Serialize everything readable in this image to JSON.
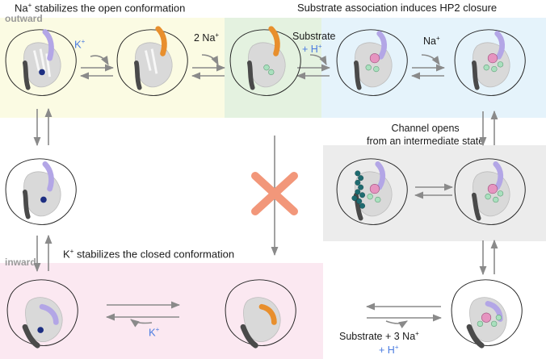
{
  "headings": {
    "top_left": "Na⁺ stabilizes the open conformation",
    "top_right": "Substrate association induces HP2 closure",
    "channel": "Channel opens\nfrom an intermediate state",
    "bottom": "K⁺ stabilizes the closed conformation"
  },
  "tags": {
    "outward": "outward",
    "inward": "inward"
  },
  "arrow_labels": {
    "k_top": "K⁺",
    "two_na": "2 Na⁺",
    "substrate": "Substrate",
    "plus_h_top": "+ H⁺",
    "na_top": "Na⁺",
    "k_bottom": "K⁺",
    "substrate_3na": "Substrate + 3 Na⁺",
    "plus_h_bottom": "+ H⁺"
  },
  "colors": {
    "yellow_panel": "#fbfbe3",
    "green_panel": "#e4f2e0",
    "blue_panel": "#e5f3fb",
    "gray_panel": "#ececec",
    "pink_panel": "#fbe8f1",
    "hp2_lavender": "#b3a6e6",
    "hp2_orange": "#e88f2d",
    "sodium_green": "#a9e0be",
    "substrate_pink": "#e694c0",
    "channel_teal": "#1e6b70",
    "cross_orange": "#f2977a",
    "arrow_gray": "#8a8a8a"
  }
}
